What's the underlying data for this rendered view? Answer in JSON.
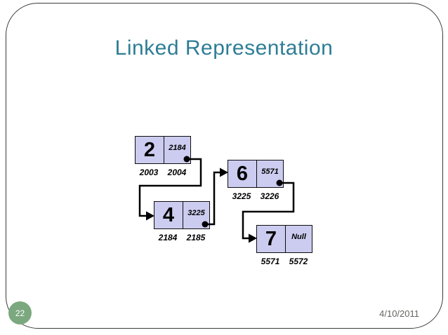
{
  "slide": {
    "title": "Linked Representation",
    "page_number": "22",
    "date": "4/10/2011"
  },
  "colors": {
    "title_teal": "#2E7D96",
    "node_fill": "#CCCCF0",
    "node_border": "#0D0D0D",
    "connector_black": "#000000",
    "page_circle_green": "#7BA87E",
    "date_gray": "#66665E"
  },
  "diagram": {
    "nodes": [
      {
        "value": "2",
        "pointer": "2184",
        "address_data": "2003",
        "address_pointer": "2004"
      },
      {
        "value": "4",
        "pointer": "3225",
        "address_data": "2184",
        "address_pointer": "2185"
      },
      {
        "value": "6",
        "pointer": "5571",
        "address_data": "3225",
        "address_pointer": "3226"
      },
      {
        "value": "7",
        "pointer": "Null",
        "address_data": "5571",
        "address_pointer": "5572"
      }
    ]
  }
}
